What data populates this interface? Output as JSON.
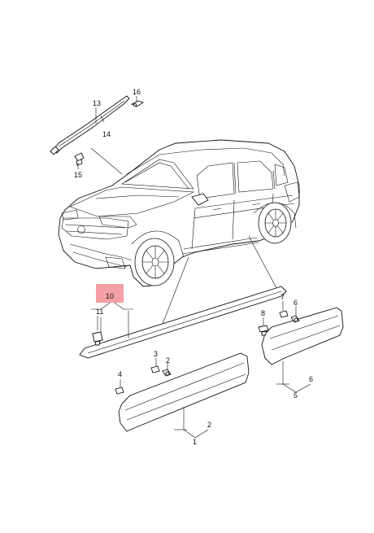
{
  "diagram": {
    "highlight_color": "#f4a0a4",
    "line_color": "#111111",
    "callouts": {
      "c1": "1",
      "c2a": "2",
      "c2b": "2",
      "c3": "3",
      "c4": "4",
      "c5": "5",
      "c6a": "6",
      "c6b": "6",
      "c7": "7",
      "c8": "8",
      "c10": "10",
      "c11": "11",
      "c13": "13",
      "c14": "14",
      "c15": "15",
      "c16": "16"
    }
  }
}
